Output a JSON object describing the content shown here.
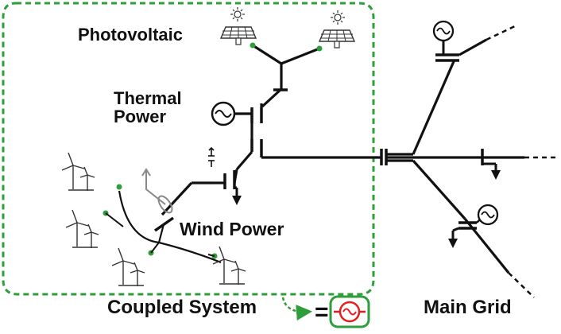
{
  "labels": {
    "photovoltaic": "Photovoltaic",
    "thermal_power": "Thermal\nPower",
    "wind_power": "Wind Power",
    "coupled_system": "Coupled System",
    "main_grid": "Main Grid"
  },
  "equals_sign": "=",
  "colors": {
    "boundary_green": "#2e9e3a",
    "dot_green": "#2e9e3a",
    "equivalent_red": "#e02020",
    "line_black": "#111111",
    "arrow_gray": "#888888"
  },
  "icons": [
    "solar-panel-icon",
    "sun-icon",
    "generator-icon",
    "wind-turbine-icon",
    "load-arrow-icon",
    "transformer-tap-icon"
  ]
}
